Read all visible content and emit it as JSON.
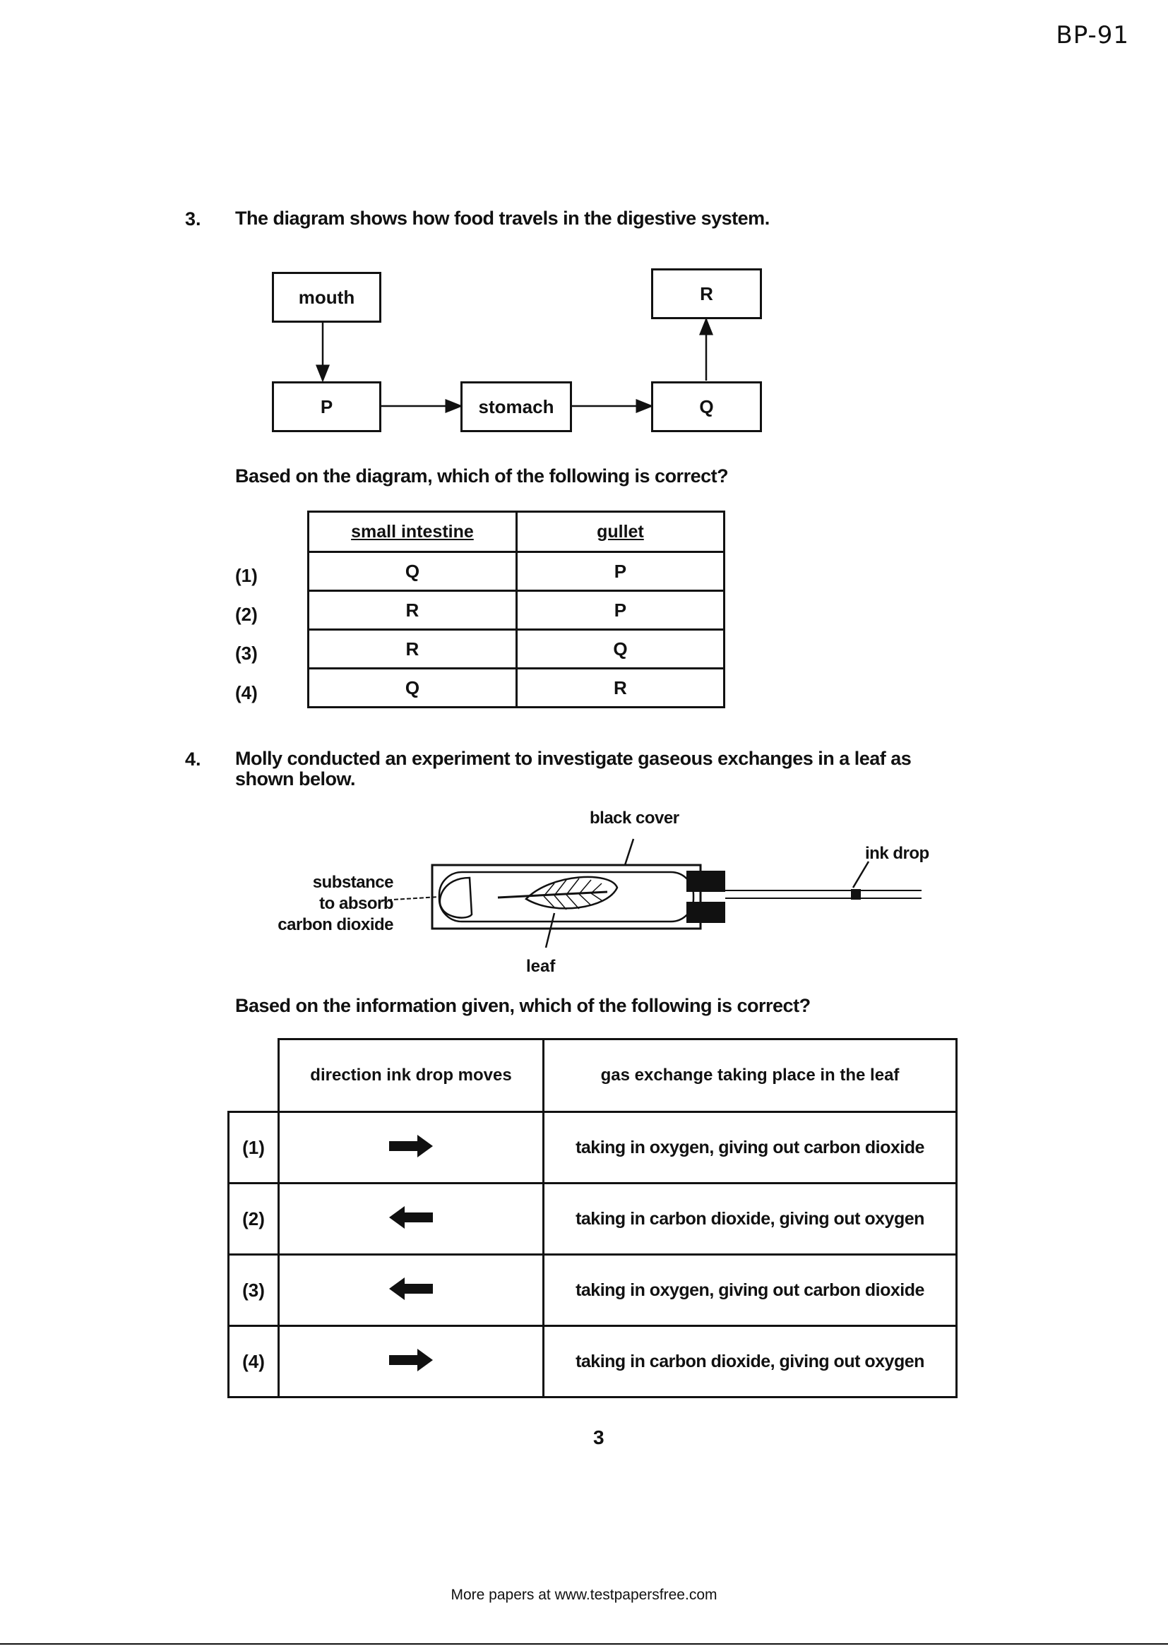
{
  "page_code": "BP-91",
  "q3": {
    "number": "3.",
    "text": "The diagram shows how food travels in the digestive system.",
    "diagram": {
      "mouth": "mouth",
      "p": "P",
      "stomach": "stomach",
      "q": "Q",
      "r": "R"
    },
    "question": "Based on the diagram, which of the following is correct?",
    "table": {
      "headers": [
        "small intestine",
        "gullet"
      ],
      "rows": [
        {
          "label": "(1)",
          "cells": [
            "Q",
            "P"
          ]
        },
        {
          "label": "(2)",
          "cells": [
            "R",
            "P"
          ]
        },
        {
          "label": "(3)",
          "cells": [
            "R",
            "Q"
          ]
        },
        {
          "label": "(4)",
          "cells": [
            "Q",
            "R"
          ]
        }
      ]
    }
  },
  "q4": {
    "number": "4.",
    "text_line1": "Molly conducted an experiment to investigate gaseous exchanges in a leaf as",
    "text_line2": "shown below.",
    "diagram": {
      "black_cover": "black cover",
      "ink_drop": "ink drop",
      "substance_line1": "substance",
      "substance_line2": "to absorb",
      "substance_line3": "carbon dioxide",
      "leaf": "leaf"
    },
    "question": "Based on the information given, which of the following is correct?",
    "table": {
      "headers": [
        "direction ink drop moves",
        "gas exchange taking place in the leaf"
      ],
      "rows": [
        {
          "label": "(1)",
          "direction": "right",
          "exchange": "taking in oxygen, giving out carbon dioxide"
        },
        {
          "label": "(2)",
          "direction": "left",
          "exchange": "taking in carbon dioxide, giving out oxygen"
        },
        {
          "label": "(3)",
          "direction": "left",
          "exchange": "taking in oxygen, giving out carbon dioxide"
        },
        {
          "label": "(4)",
          "direction": "right",
          "exchange": "taking in carbon dioxide, giving out oxygen"
        }
      ]
    }
  },
  "page_number": "3",
  "footer": "More papers at www.testpapersfree.com"
}
